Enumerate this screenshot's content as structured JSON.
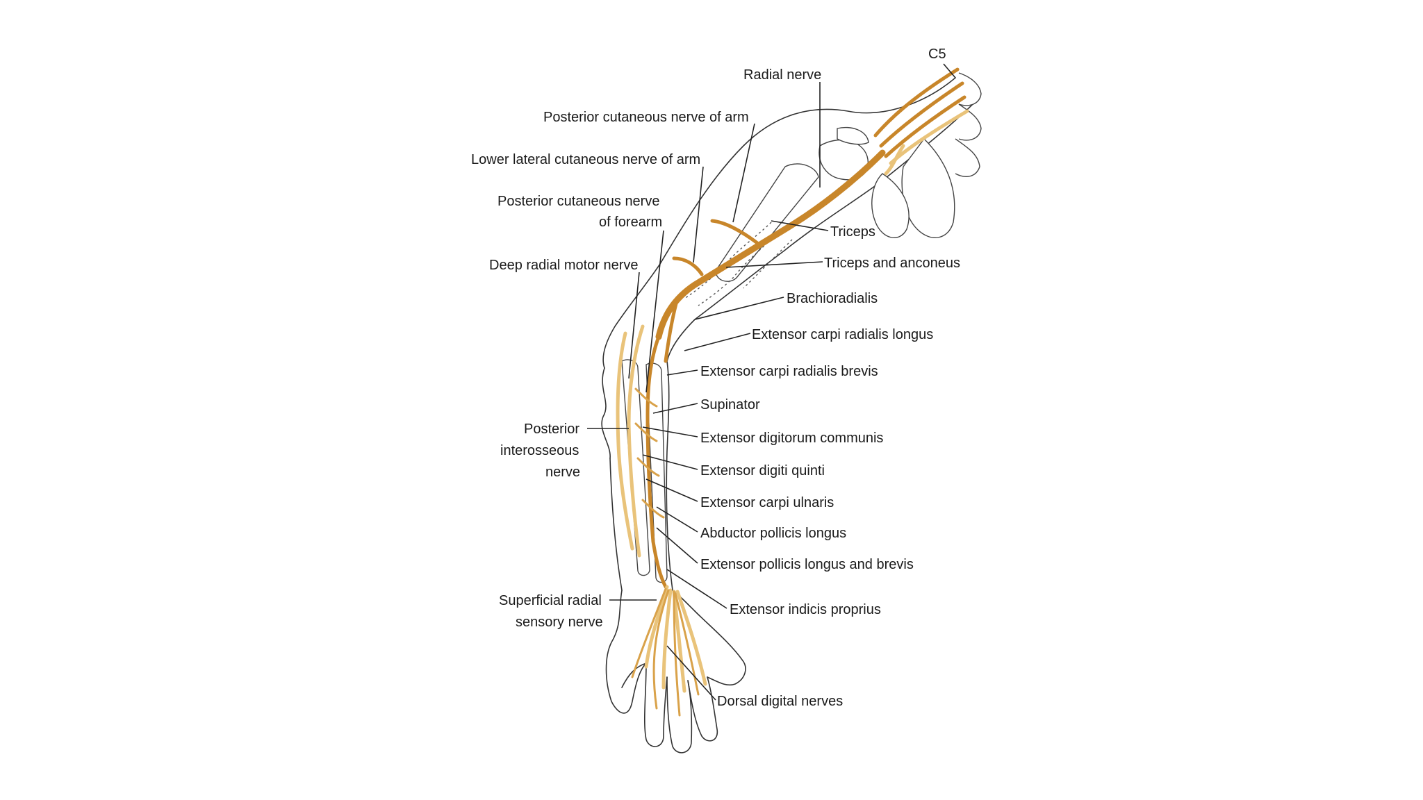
{
  "diagram": {
    "colors": {
      "nerve": "#c8862a",
      "nerve_light": "#e9c37a",
      "outline": "#333333",
      "background": "#ffffff"
    },
    "labels": {
      "c5": "C5",
      "radial_nerve": "Radial nerve",
      "post_cut_arm": "Posterior cutaneous nerve of arm",
      "lower_lat_cut": "Lower lateral cutaneous nerve of arm",
      "post_cut_forearm_1": "Posterior cutaneous nerve",
      "post_cut_forearm_2": "of forearm",
      "deep_radial": "Deep radial motor nerve",
      "triceps": "Triceps",
      "triceps_anconeus": "Triceps and anconeus",
      "brachioradialis": "Brachioradialis",
      "ecrl": "Extensor carpi radialis longus",
      "ecrb": "Extensor carpi radialis brevis",
      "supinator": "Supinator",
      "edc": "Extensor digitorum communis",
      "edq": "Extensor digiti quinti",
      "ecu": "Extensor carpi ulnaris",
      "apl": "Abductor pollicis longus",
      "epl": "Extensor pollicis longus and brevis",
      "eip": "Extensor indicis proprius",
      "pin_1": "Posterior",
      "pin_2": "interosseous",
      "pin_3": "nerve",
      "superficial_1": "Superficial radial",
      "superficial_2": "sensory nerve",
      "dorsal_digital": "Dorsal digital nerves"
    }
  }
}
